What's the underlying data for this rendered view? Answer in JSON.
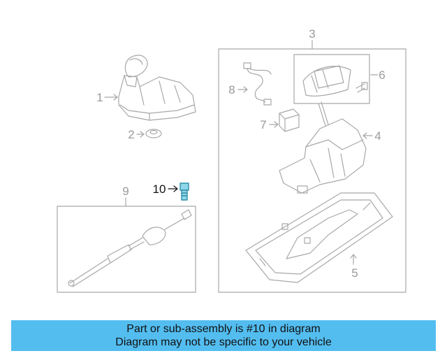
{
  "diagram": {
    "callouts": {
      "c1": "1",
      "c2": "2",
      "c3": "3",
      "c4": "4",
      "c5": "5",
      "c6": "6",
      "c7": "7",
      "c8": "8",
      "c9": "9",
      "c10": "10"
    },
    "highlighted_callout": "10",
    "colors": {
      "line": "#a8a8a8",
      "highlight_part": "#2f8fa8",
      "highlight_text": "#111111",
      "banner": "#53bdf0"
    }
  },
  "banner": {
    "line1": "Part or sub-assembly is #10 in diagram",
    "line2": "Diagram may not be specific to your vehicle"
  }
}
